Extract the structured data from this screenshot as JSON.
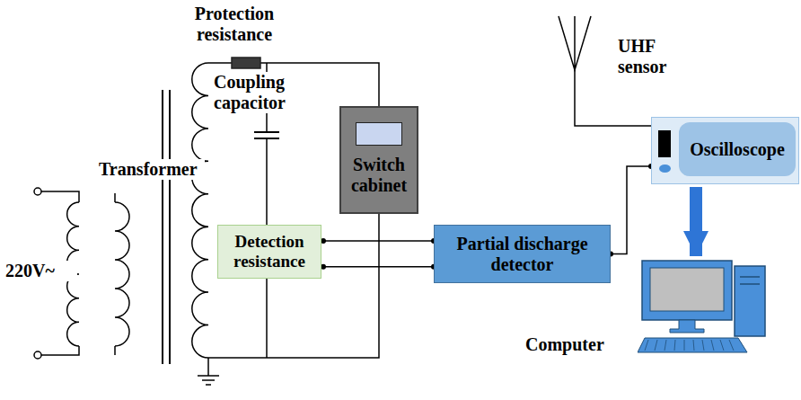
{
  "diagram": {
    "nodes": [
      {
        "text": [
          "Switch cabinet"
        ]
      },
      {
        "text": [
          "Detection resistance"
        ]
      },
      {
        "text": [
          "Partial discharge detector"
        ]
      },
      {
        "text": [
          "Oscilloscope"
        ]
      },
      {
        "text": [
          "Computer"
        ]
      }
    ],
    "edges": [
      {
        "from": 1,
        "to": 2,
        "arrow": "none"
      },
      {
        "from": 1,
        "to": 2,
        "arrow": "none"
      },
      {
        "from": 2,
        "to": 3,
        "arrow": "none"
      },
      {
        "from": 3,
        "to": 4,
        "arrow": "to"
      }
    ],
    "labels": [
      "Protection resistance",
      "Coupling capacitor",
      "Transformer",
      "220V~",
      "UHF sensor"
    ]
  }
}
